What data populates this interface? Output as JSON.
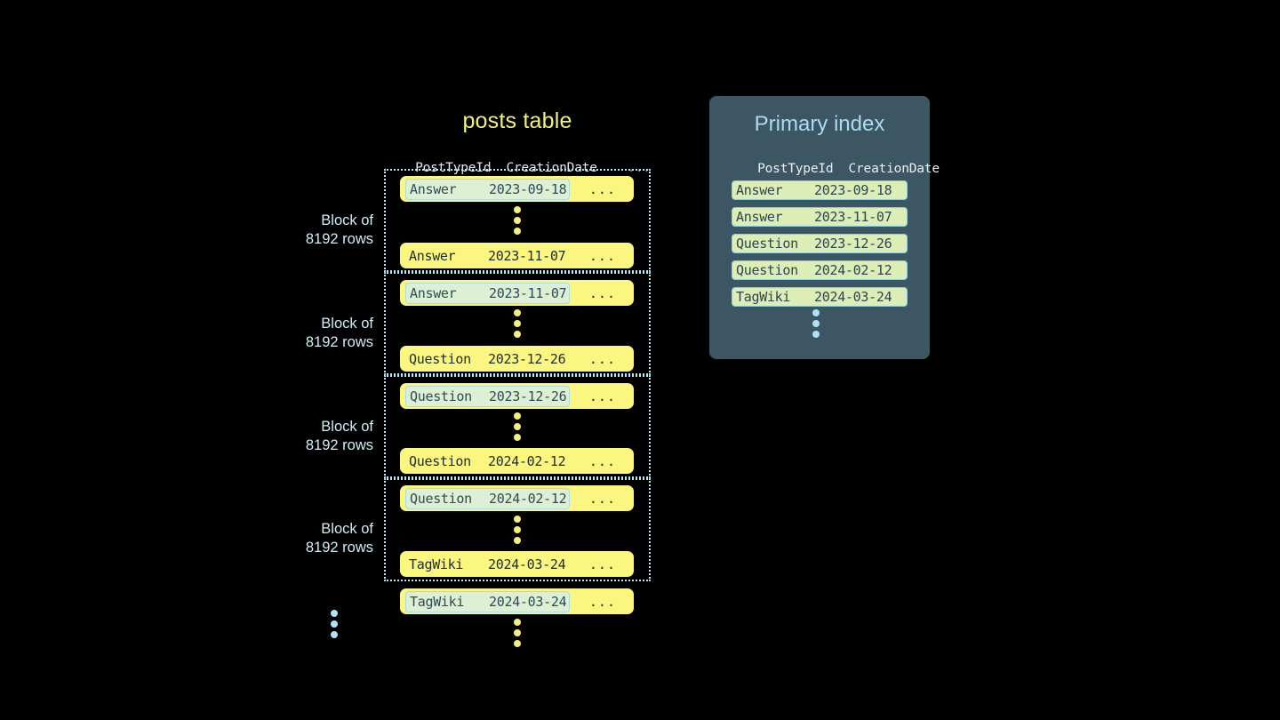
{
  "posts_table": {
    "title": "posts table",
    "columns": [
      "PostTypeId",
      "CreationDate",
      "..."
    ],
    "header_line": "PostTypeId  CreationDate",
    "trailing_column": "...",
    "block_label_line1": "Block of",
    "block_label_line2": "8192 rows",
    "row_trail": "...",
    "blocks": [
      {
        "label_line1": "Block of",
        "label_line2": "8192 rows",
        "first_row": {
          "post_type_id": "Answer",
          "creation_date": "2023-09-18",
          "highlighted": true
        },
        "last_row": {
          "post_type_id": "Answer",
          "creation_date": "2023-11-07",
          "highlighted": false
        }
      },
      {
        "label_line1": "Block of",
        "label_line2": "8192 rows",
        "first_row": {
          "post_type_id": "Answer",
          "creation_date": "2023-11-07",
          "highlighted": true
        },
        "last_row": {
          "post_type_id": "Question",
          "creation_date": "2023-12-26",
          "highlighted": false
        }
      },
      {
        "label_line1": "Block of",
        "label_line2": "8192 rows",
        "first_row": {
          "post_type_id": "Question",
          "creation_date": "2023-12-26",
          "highlighted": true
        },
        "last_row": {
          "post_type_id": "Question",
          "creation_date": "2024-02-12",
          "highlighted": false
        }
      },
      {
        "label_line1": "Block of",
        "label_line2": "8192 rows",
        "first_row": {
          "post_type_id": "Question",
          "creation_date": "2024-02-12",
          "highlighted": true
        },
        "last_row": {
          "post_type_id": "TagWiki",
          "creation_date": "2024-03-24",
          "highlighted": false
        }
      }
    ],
    "trailing_row": {
      "post_type_id": "TagWiki",
      "creation_date": "2024-03-24",
      "highlighted": true
    }
  },
  "primary_index": {
    "title": "Primary index",
    "columns": [
      "PostTypeId",
      "CreationDate"
    ],
    "header_line": "PostTypeId  CreationDate",
    "entries": [
      {
        "post_type_id": "Answer",
        "creation_date": "2023-09-18"
      },
      {
        "post_type_id": "Answer",
        "creation_date": "2023-11-07"
      },
      {
        "post_type_id": "Question",
        "creation_date": "2023-12-26"
      },
      {
        "post_type_id": "Question",
        "creation_date": "2024-02-12"
      },
      {
        "post_type_id": "TagWiki",
        "creation_date": "2024-03-24"
      }
    ]
  },
  "colors": {
    "background": "#000000",
    "table_title": "#f2f27a",
    "row_yellow": "#fbf680",
    "row_highlight": "#ddf0d4",
    "highlight_border": "#a7dbe8",
    "block_border": "#b8e8f5",
    "block_label": "#cdeef8",
    "panel_background": "#3d5664",
    "panel_title": "#a9dcf1",
    "index_row": "#dceeb6",
    "index_row_border": "#8ecbdd",
    "dot_yellow": "#f4ef7e",
    "dot_blue": "#b0e2f5",
    "mono_text": "#1c2b33",
    "header_text": "#e8e8e8"
  }
}
